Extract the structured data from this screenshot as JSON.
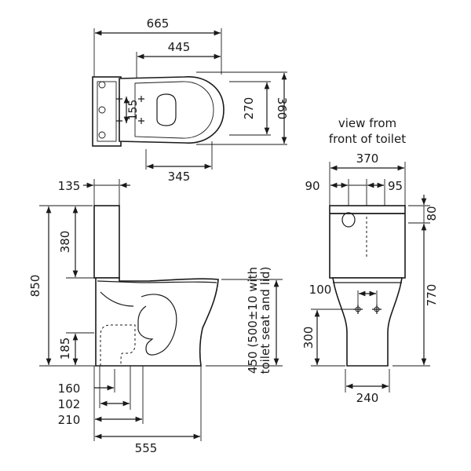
{
  "top_view": {
    "overall_width": "665",
    "pan_width": "445",
    "tank_fixing_spacing": "155",
    "seat_depth": "270",
    "overall_depth": "360",
    "pan_depth": "345"
  },
  "side_view": {
    "tank_depth": "135",
    "tank_height": "380",
    "overall_height": "850",
    "outlet_height": "185",
    "seat_height": "450 (500±10 with",
    "seat_height_note": "toilet seat and lid)",
    "outlet_160": "160",
    "outlet_102": "102",
    "outlet_210": "210",
    "overall_length": "555"
  },
  "front_view": {
    "caption_line1": "view from",
    "caption_line2": "front of toilet",
    "tank_width": "370",
    "button_left": "90",
    "button_right": "95",
    "lid_height": "80",
    "floor_to_tank": "770",
    "fixing_spacing": "100",
    "fixing_height": "300",
    "base_width": "240"
  }
}
